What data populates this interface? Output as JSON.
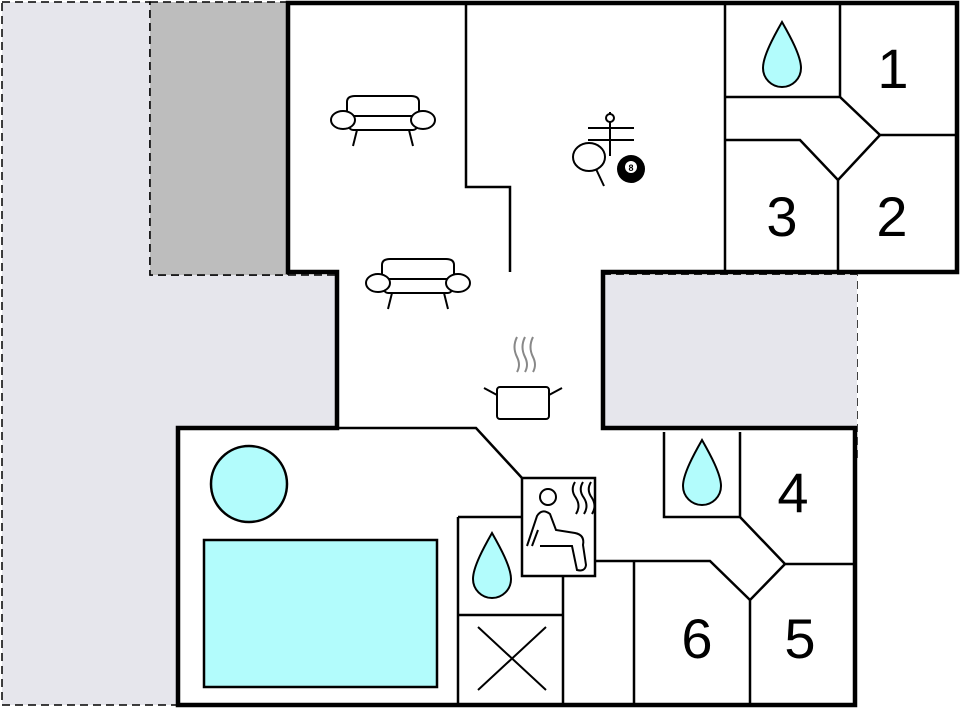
{
  "diagram": {
    "type": "floor-plan",
    "colors": {
      "outside_area": "#e6e6ec",
      "terrace": "#bdbdbd",
      "water": "#b2fcfc",
      "wall": "#000000"
    },
    "rooms": [
      {
        "label": "1",
        "type": "bedroom"
      },
      {
        "label": "2",
        "type": "bedroom"
      },
      {
        "label": "3",
        "type": "bedroom"
      },
      {
        "label": "4",
        "type": "bedroom"
      },
      {
        "label": "5",
        "type": "bedroom"
      },
      {
        "label": "6",
        "type": "bedroom"
      }
    ],
    "icons": [
      "sofa-icon",
      "sofa-icon",
      "game-table-icon",
      "billiard-ball-icon",
      "table-tennis-icon",
      "cooking-pot-icon",
      "sauna-icon",
      "bathroom-droplet-icon",
      "bathroom-droplet-icon",
      "bathroom-droplet-icon",
      "whirlpool-icon",
      "pool-icon",
      "storage-x-icon"
    ],
    "billiard_ball_label": "8"
  }
}
